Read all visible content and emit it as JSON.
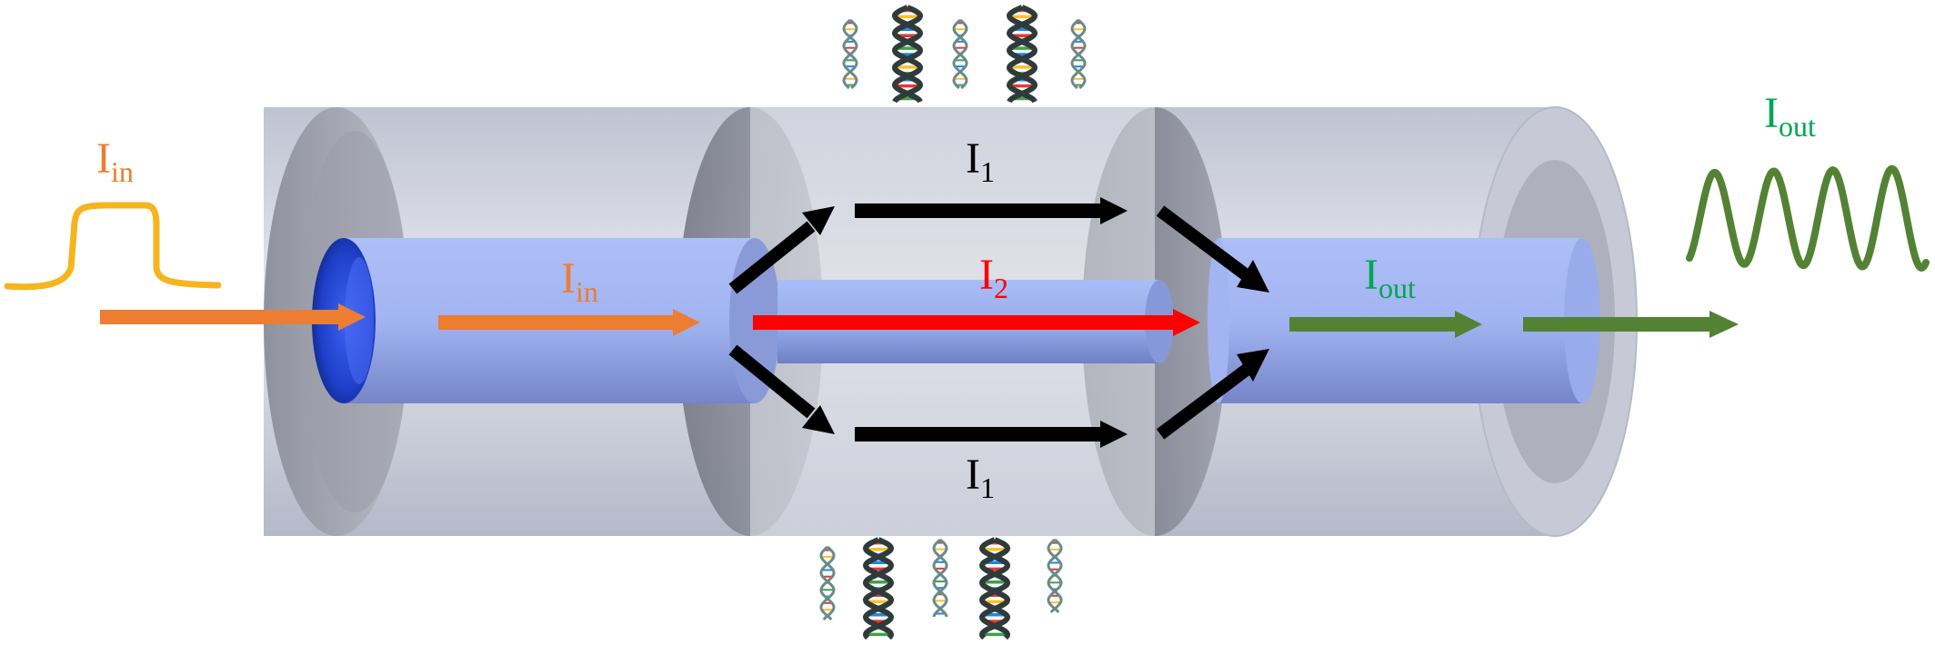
{
  "colors": {
    "input_signal": "#f6b41e",
    "input_arrow": "#ed7d31",
    "path_1": "#000000",
    "path_2": "#ff0000",
    "output_arrow": "#548235",
    "output_label": "#00a651",
    "output_signal": "#548235",
    "outer_tube": "#c8cbd8",
    "inner_fiber": "#a3b4f2"
  },
  "icons": {
    "input_pulse": "square-pulse-waveform",
    "output_wave": "sine-waveform",
    "molecules": "dna-double-helix"
  },
  "labels": {
    "input_left": {
      "main": "I",
      "sub": "in"
    },
    "input_fiber": {
      "main": "I",
      "sub": "in"
    },
    "path_top": {
      "main": "I",
      "sub": "1"
    },
    "path_middle": {
      "main": "I",
      "sub": "2"
    },
    "path_bottom": {
      "main": "I",
      "sub": "1"
    },
    "output_fiber": {
      "main": "I",
      "sub": "out"
    },
    "output_right": {
      "main": "I",
      "sub": "out"
    }
  }
}
